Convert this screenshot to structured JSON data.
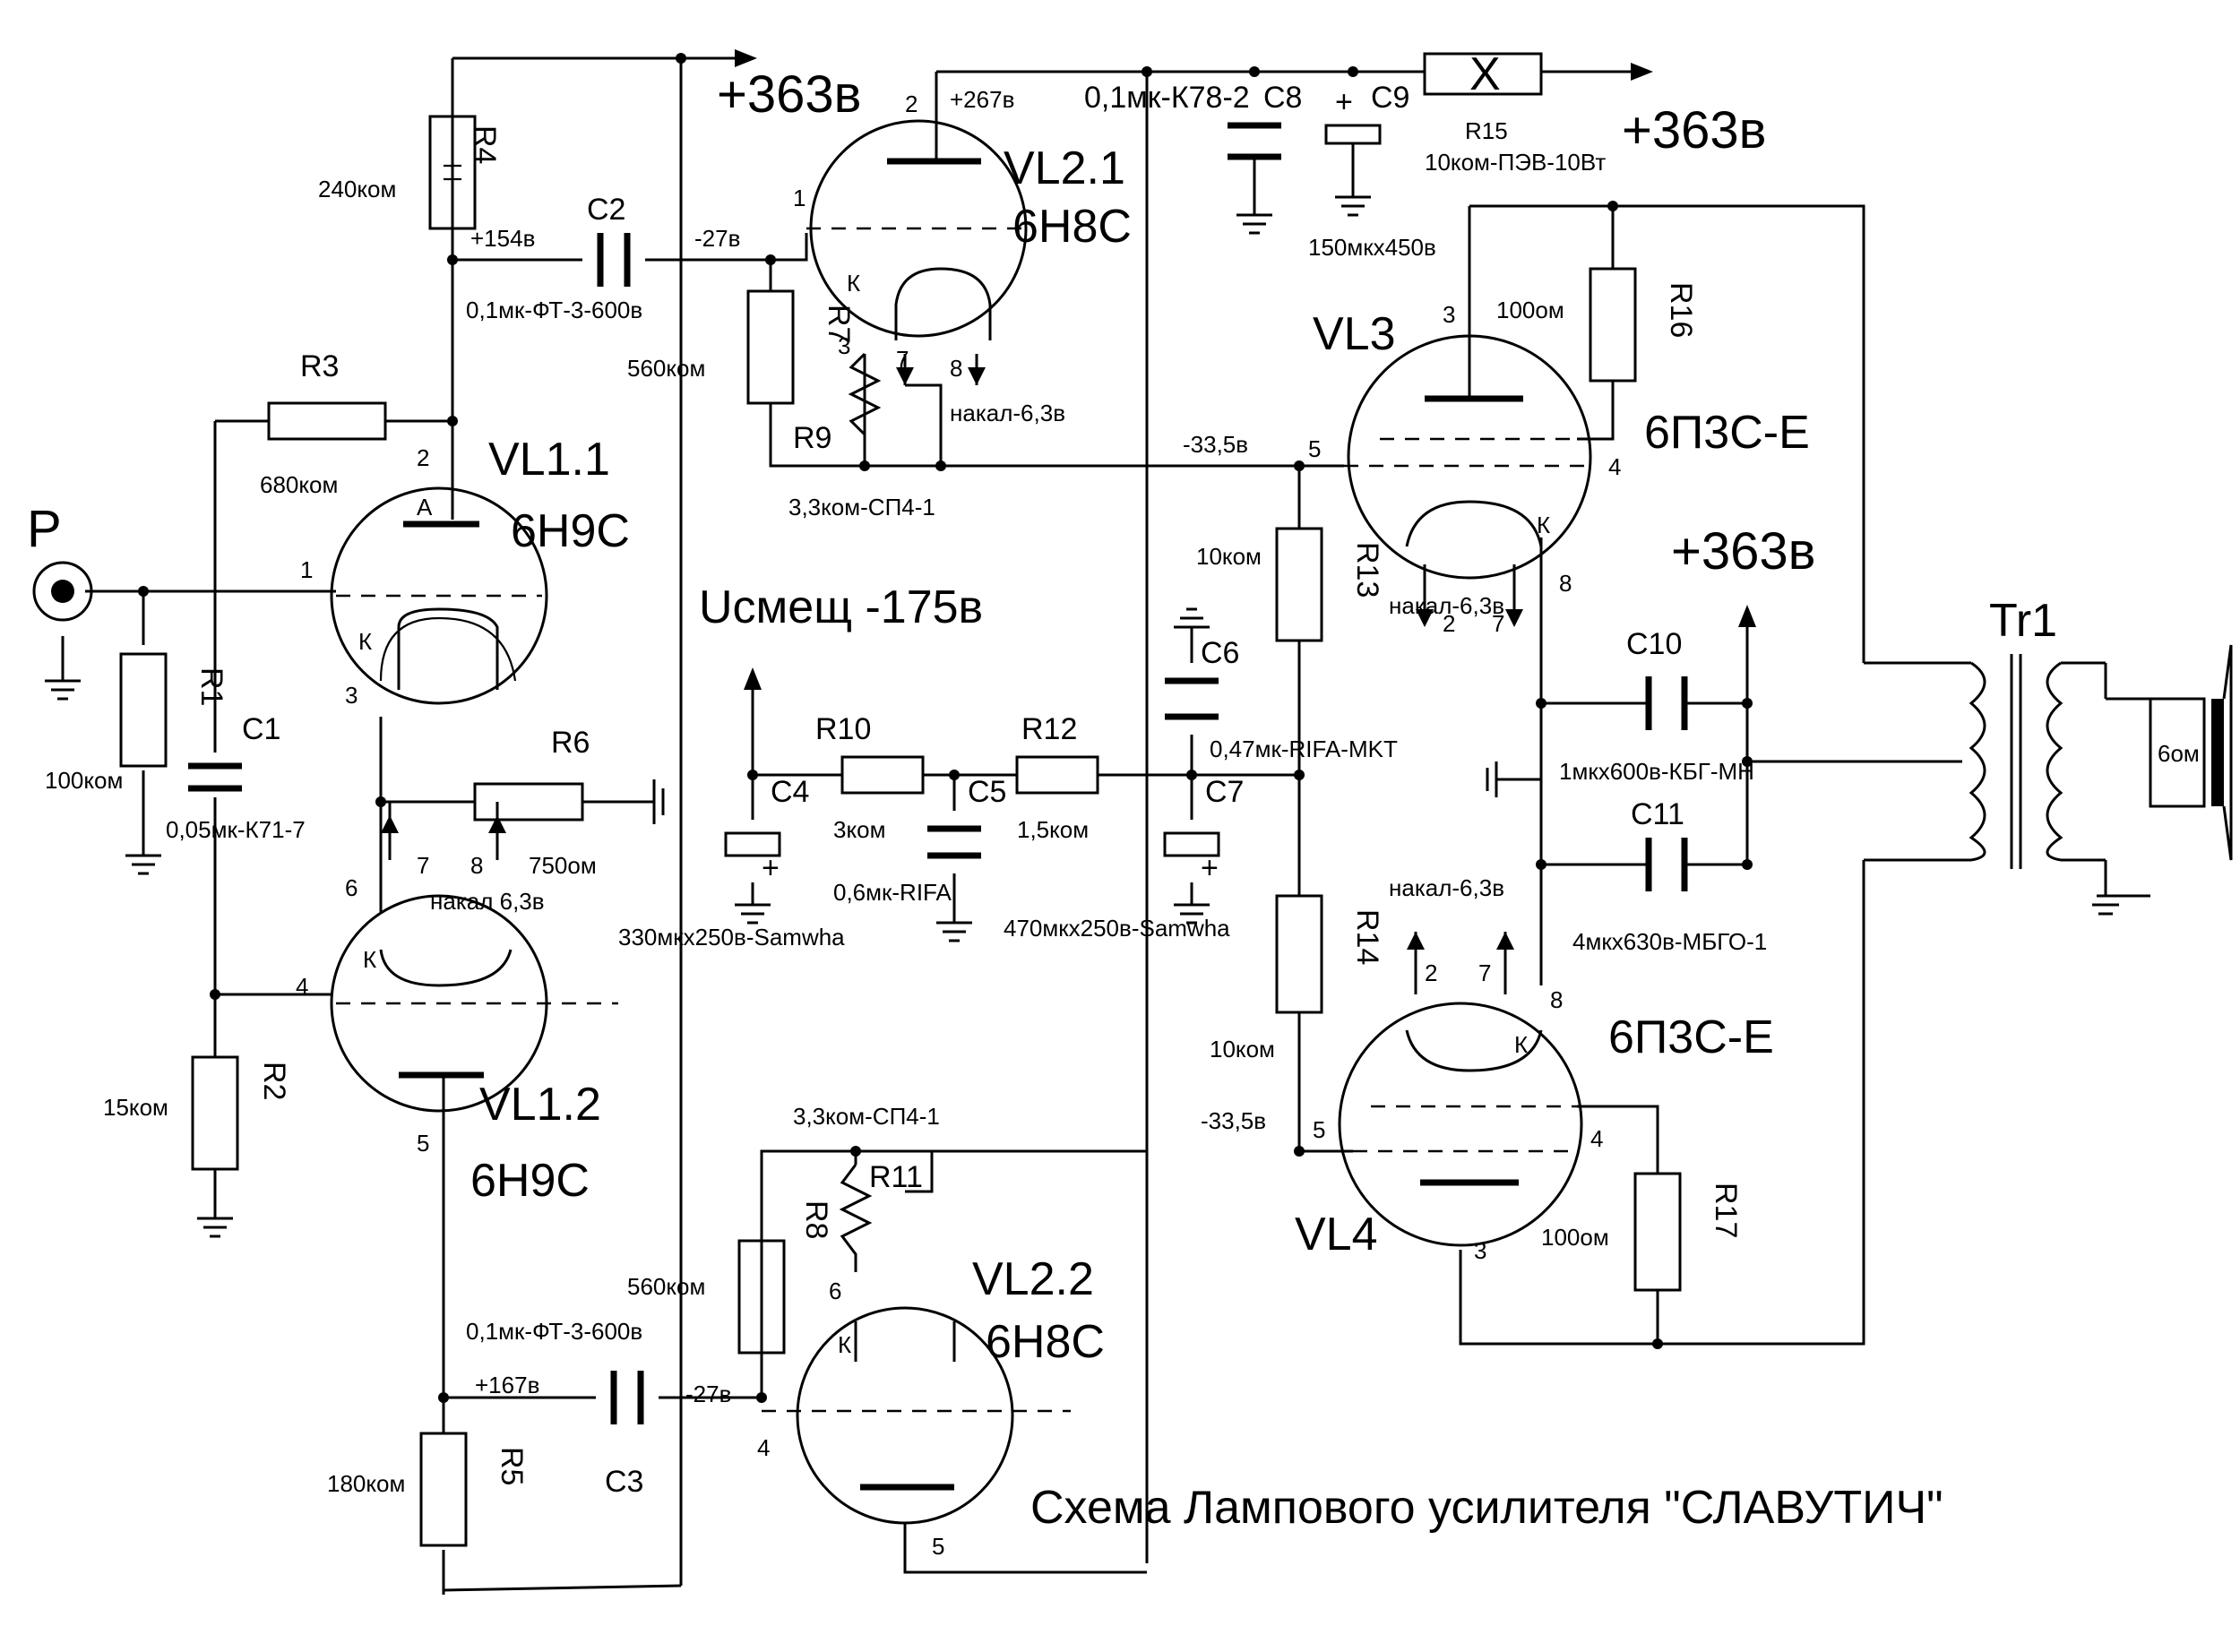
{
  "title": "Схема Лампового усилителя \"СЛАВУТИЧ\"",
  "supply": {
    "top_left": "+363в",
    "top_right": "+363в",
    "right_mid": "+363в",
    "bias": "Uсмещ -175в"
  },
  "input": {
    "label": "Р"
  },
  "tubes": {
    "vl11": {
      "ref": "VL1.1",
      "type": "6Н9С",
      "anode_letter": "А",
      "cathode_letter": "К"
    },
    "vl12": {
      "ref": "VL1.2",
      "type": "6Н9С",
      "cathode_letter": "К"
    },
    "vl21": {
      "ref": "VL2.1",
      "type": "6Н8С",
      "cathode_letter": "К"
    },
    "vl22": {
      "ref": "VL2.2",
      "type": "6Н8С",
      "cathode_letter": "К"
    },
    "vl3": {
      "ref": "VL3",
      "type": "6П3С-Е",
      "cathode_letter": "К"
    },
    "vl4": {
      "ref": "VL4",
      "type": "6П3С-Е",
      "cathode_letter": "К"
    }
  },
  "pins": {
    "vl11_anode": "2",
    "vl11_grid": "1",
    "vl11_cathode": "3",
    "vl12_cathode": "6",
    "vl12_grid": "4",
    "vl12_anode": "5",
    "vl1_heater_a": "7",
    "vl1_heater_b": "8",
    "vl21_anode": "2",
    "vl21_grid": "1",
    "vl21_cathode": "3",
    "vl21_heater_a": "7",
    "vl21_heater_b": "8",
    "vl22_cathode": "6",
    "vl22_grid": "4",
    "vl22_anode": "5",
    "vl3_anode": "3",
    "vl3_grid": "5",
    "vl3_screen": "4",
    "vl3_cathode": "8",
    "vl3_heater_a": "2",
    "vl3_heater_b": "7",
    "vl4_heater_a": "2",
    "vl4_heater_b": "7",
    "vl4_cathode": "8",
    "vl4_grid": "5",
    "vl4_screen": "4",
    "vl4_anode": "3"
  },
  "voltages": {
    "vl21_anode": "+267в",
    "vl11_anode": "+154в",
    "vl21_grid": "-27в",
    "vl3_grid": "-33,5в",
    "vl4_grid": "-33,5в",
    "vl12_anode": "+167в",
    "vl22_grid": "-27в"
  },
  "components": {
    "R1": {
      "ref": "R1",
      "value": "100ком"
    },
    "R2": {
      "ref": "R2",
      "value": "15ком"
    },
    "R3": {
      "ref": "R3",
      "value": "680ком"
    },
    "R4": {
      "ref": "R4",
      "value": "240ком"
    },
    "R5": {
      "ref": "R5",
      "value": "180ком"
    },
    "R6": {
      "ref": "R6",
      "value": "750ом"
    },
    "R7": {
      "ref": "R7",
      "value": "560ком"
    },
    "R8": {
      "ref": "R8",
      "value": "560ком"
    },
    "R9": {
      "ref": "R9",
      "value": "3,3ком-СП4-1"
    },
    "R10": {
      "ref": "R10",
      "value": "3ком"
    },
    "R11": {
      "ref": "R11",
      "value": "3,3ком-СП4-1"
    },
    "R12": {
      "ref": "R12",
      "value": "1,5ком"
    },
    "R13": {
      "ref": "R13",
      "value": "10ком"
    },
    "R14": {
      "ref": "R14",
      "value": "10ком"
    },
    "R15": {
      "ref": "R15",
      "value": "10ком-ПЭВ-10Вт",
      "symbol": "X"
    },
    "R16": {
      "ref": "R16",
      "value": "100ом"
    },
    "R17": {
      "ref": "R17",
      "value": "100ом"
    },
    "C1": {
      "ref": "C1",
      "value": "0,05мк-К71-7"
    },
    "C2": {
      "ref": "C2",
      "value": "0,1мк-ФТ-3-600в"
    },
    "C3": {
      "ref": "C3",
      "value": "0,1мк-ФТ-3-600в"
    },
    "C4": {
      "ref": "C4",
      "value": "330мкх250в-Samwha"
    },
    "C5": {
      "ref": "C5",
      "value": "0,6мк-RIFA"
    },
    "C6": {
      "ref": "C6",
      "value": "0,47мк-RIFA-MKT"
    },
    "C7": {
      "ref": "C7",
      "value": "470мкх250в-Samwha"
    },
    "C8": {
      "ref": "C8",
      "value": "0,1мк-К78-2"
    },
    "C9": {
      "ref": "C9",
      "value": "150мкх450в"
    },
    "C10": {
      "ref": "C10",
      "value": "1мкх600в-КБГ-МН"
    },
    "C11": {
      "ref": "C11",
      "value": "4мкх630в-МБГО-1"
    }
  },
  "heater_labels": {
    "vl1": "накал 6,3в",
    "vl21": "накал-6,3в",
    "vl3": "накал-6,3в",
    "vl4": "накал-6,3в"
  },
  "transformer": {
    "ref": "Tr1"
  },
  "speaker": {
    "value": "6ом"
  },
  "cap_polarity": "+"
}
